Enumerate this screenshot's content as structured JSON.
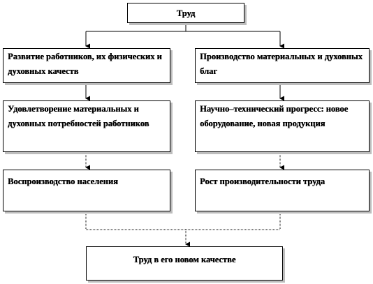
{
  "diagram": {
    "top": "Труд",
    "left_column": [
      "Развитие работников, их физических и духовных качеств",
      "Удовлетворение материальных и духовных потребностей работников",
      "Воспроизводство населения"
    ],
    "right_column": [
      "Производство материальных и духовных благ",
      "Научно–технический прогресс: новое оборудование, новая продукция",
      "Рост производительности труда"
    ],
    "bottom": "Труд в его новом качестве"
  }
}
